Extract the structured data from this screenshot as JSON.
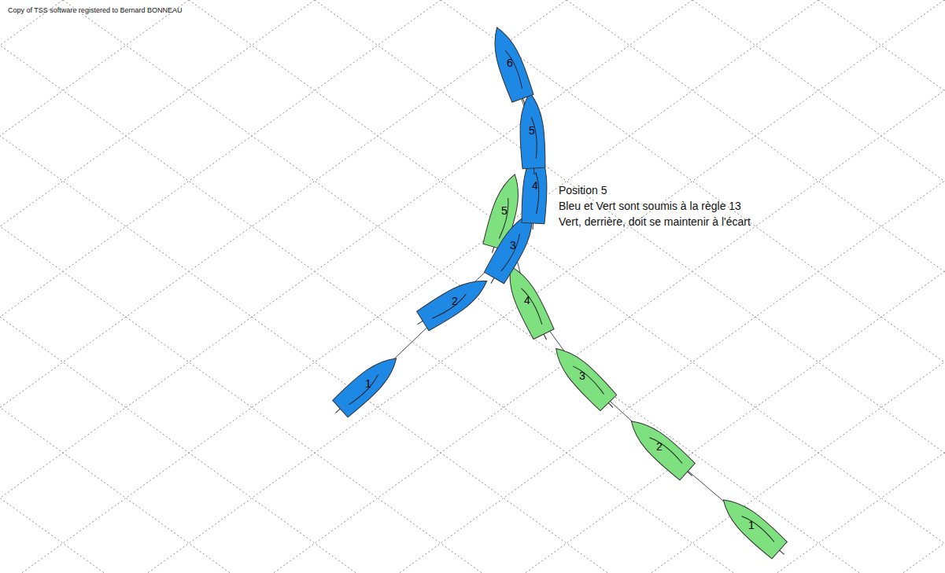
{
  "diagram": {
    "nodes": [
      {
        "text": [
          "1"
        ]
      },
      {
        "text": [
          "2"
        ]
      },
      {
        "text": [
          "3"
        ]
      },
      {
        "text": [
          "4"
        ]
      },
      {
        "text": [
          "5"
        ]
      },
      {
        "text": [
          "6"
        ]
      },
      {
        "text": [
          "1"
        ]
      },
      {
        "text": [
          "2"
        ]
      },
      {
        "text": [
          "3"
        ]
      },
      {
        "text": [
          "4"
        ]
      },
      {
        "text": [
          "5"
        ]
      }
    ],
    "labels": [
      "Copy of TSS software registered to Bernard BONNEAU",
      "Position 5",
      "Bleu et Vert sont soumis à la règle 13",
      "Vert, derrière, doit se maintenir à l'écart"
    ]
  }
}
